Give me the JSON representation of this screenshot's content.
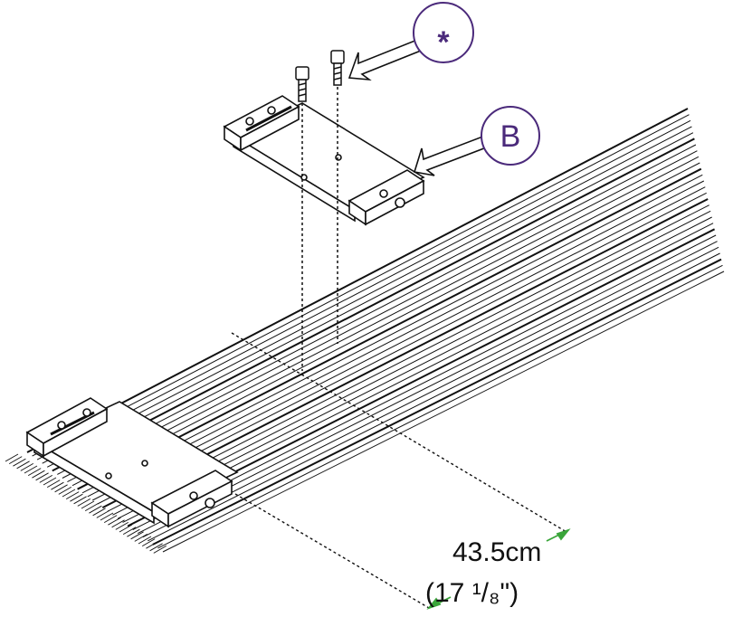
{
  "callouts": [
    {
      "label": "*"
    },
    {
      "label": "B"
    }
  ],
  "dimension": {
    "metric": "43.5cm",
    "imperial": "(17 ¹/₈\")"
  },
  "colors": {
    "callout": "#4b2a7b",
    "dimension_arrow": "#3aa53a",
    "line": "#111111"
  }
}
